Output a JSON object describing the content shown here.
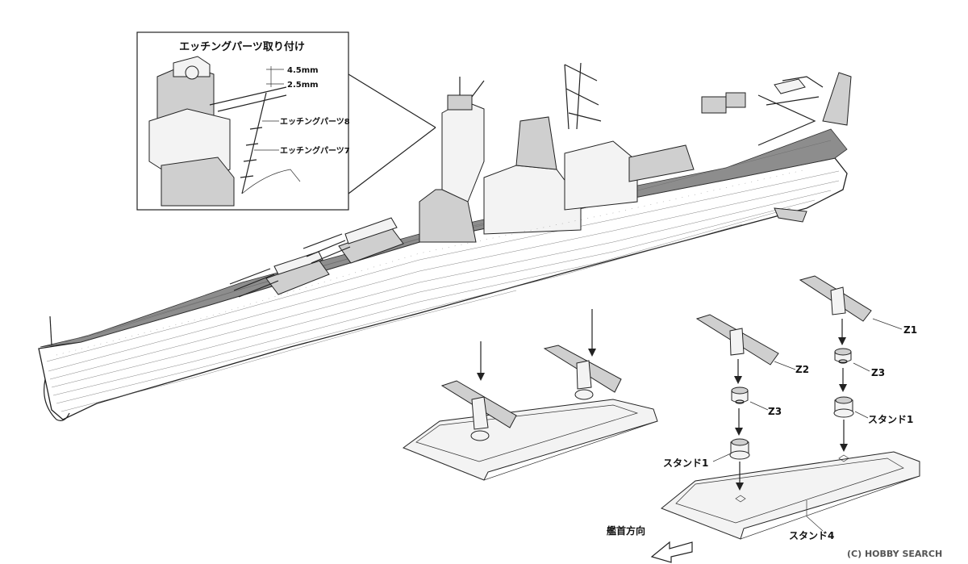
{
  "callout": {
    "title": "エッチングパーツ取り付け",
    "dim_upper": "4.5mm",
    "dim_lower": "2.5mm",
    "part_8": "エッチングパーツ8",
    "part_7": "エッチングパーツ7"
  },
  "stand_labels": {
    "z1": "Z1",
    "z2": "Z2",
    "z3_right": "Z3",
    "z3_left": "Z3",
    "stand1_right": "スタンド1",
    "stand1_left": "スタンド1",
    "stand4": "スタンド4"
  },
  "direction": {
    "bow_label": "艦首方向"
  },
  "watermark": {
    "text": "(C) HOBBY SEARCH"
  }
}
